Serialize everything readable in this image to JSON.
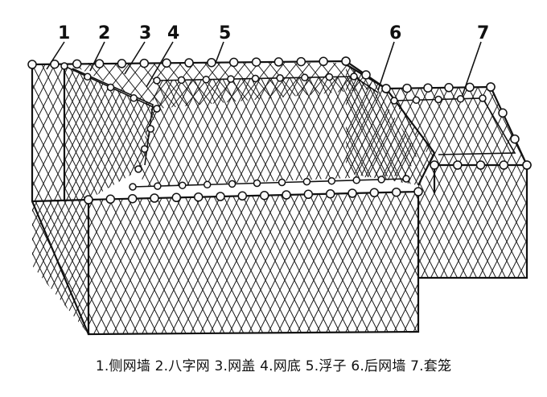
{
  "labels": {
    "n1": "1",
    "n2": "2",
    "n3": "3",
    "n4": "4",
    "n5": "5",
    "n6": "6",
    "n7": "7"
  },
  "caption": "1.侧网墙 2.八字网 3.网盖 4.网底 5.浮子 6.后网墙 7.套笼",
  "colors": {
    "ink": "#111111",
    "background": "#ffffff"
  }
}
